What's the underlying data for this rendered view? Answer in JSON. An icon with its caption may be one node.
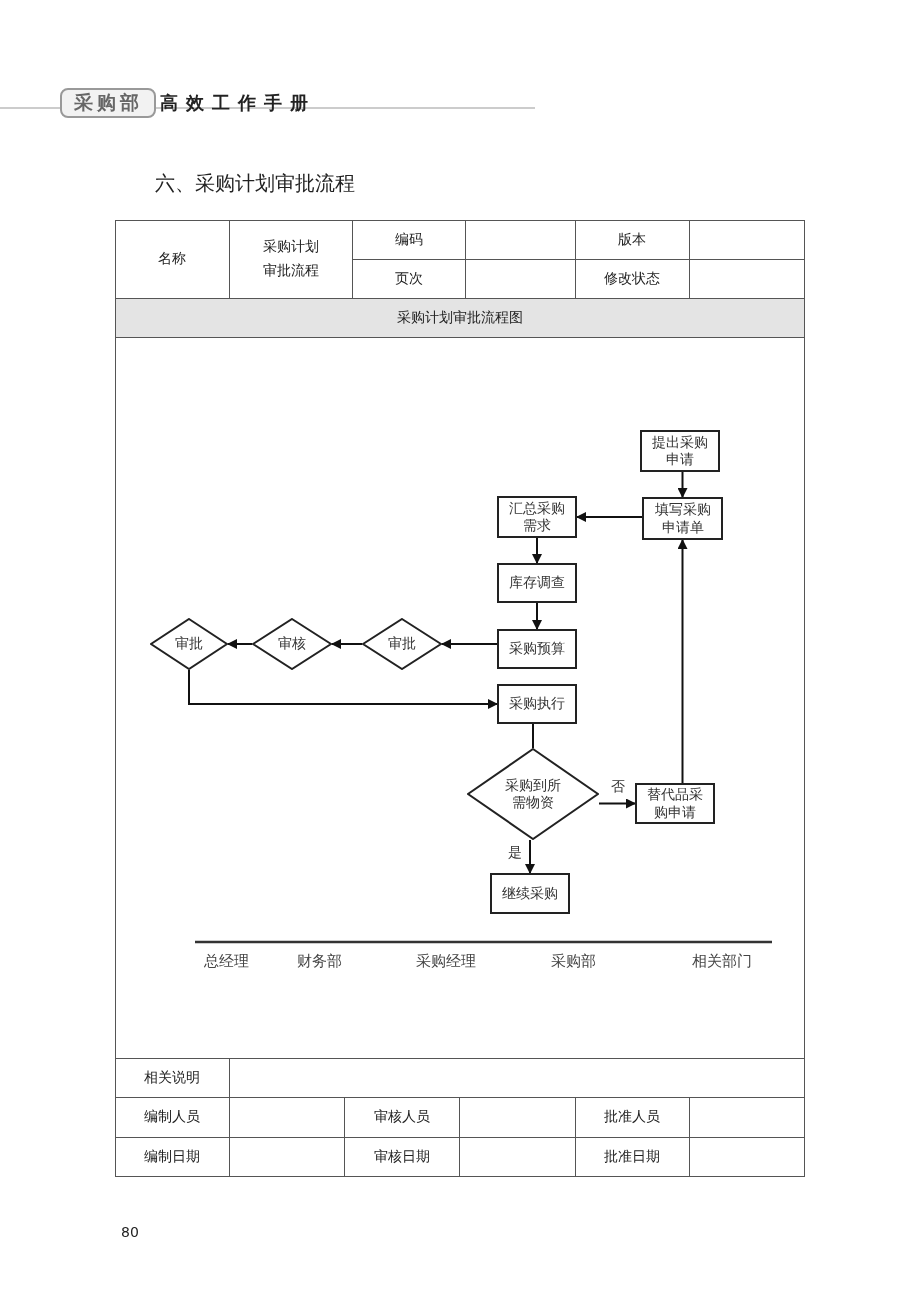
{
  "diagram": {
    "title": "六、采购计划审批流程",
    "nodes": [
      {
        "text": [
          "提出采购申请"
        ]
      },
      {
        "text": [
          "填写采购申请单"
        ]
      },
      {
        "text": [
          "汇总采购需求"
        ]
      },
      {
        "text": [
          "库存调查"
        ]
      },
      {
        "text": [
          "采购预算"
        ]
      },
      {
        "text": [
          "审批"
        ]
      },
      {
        "text": [
          "审核"
        ]
      },
      {
        "text": [
          "审批"
        ]
      },
      {
        "text": [
          "采购执行"
        ]
      },
      {
        "text": [
          "采购到所需物资"
        ]
      },
      {
        "text": [
          "替代品采购申请"
        ]
      },
      {
        "text": [
          "继续采购"
        ]
      }
    ],
    "edges": [
      {
        "from": 0,
        "to": 1,
        "arrow": "to"
      },
      {
        "from": 1,
        "to": 2,
        "arrow": "to"
      },
      {
        "from": 2,
        "to": 3,
        "arrow": "to"
      },
      {
        "from": 3,
        "to": 4,
        "arrow": "to"
      },
      {
        "from": 4,
        "to": 5,
        "arrow": "to"
      },
      {
        "from": 5,
        "to": 6,
        "arrow": "to"
      },
      {
        "from": 6,
        "to": 7,
        "arrow": "to"
      },
      {
        "from": 7,
        "to": 8,
        "arrow": "to"
      },
      {
        "from": 8,
        "to": 9,
        "arrow": "none"
      },
      {
        "from": 9,
        "to": 10,
        "arrow": "to",
        "label": "否"
      },
      {
        "from": 9,
        "to": 11,
        "arrow": "to",
        "label": "是"
      },
      {
        "from": 10,
        "to": 1,
        "arrow": "to"
      }
    ],
    "labels": [
      "采购部",
      "高效工作手册",
      "名称",
      "采购计划审批流程",
      "编码",
      "版本",
      "页次",
      "修改状态",
      "采购计划审批流程图",
      "总经理",
      "财务部",
      "采购经理",
      "采购部",
      "相关部门",
      "相关说明",
      "编制人员",
      "审核人员",
      "批准人员",
      "编制日期",
      "审核日期",
      "批准日期",
      "80"
    ]
  }
}
